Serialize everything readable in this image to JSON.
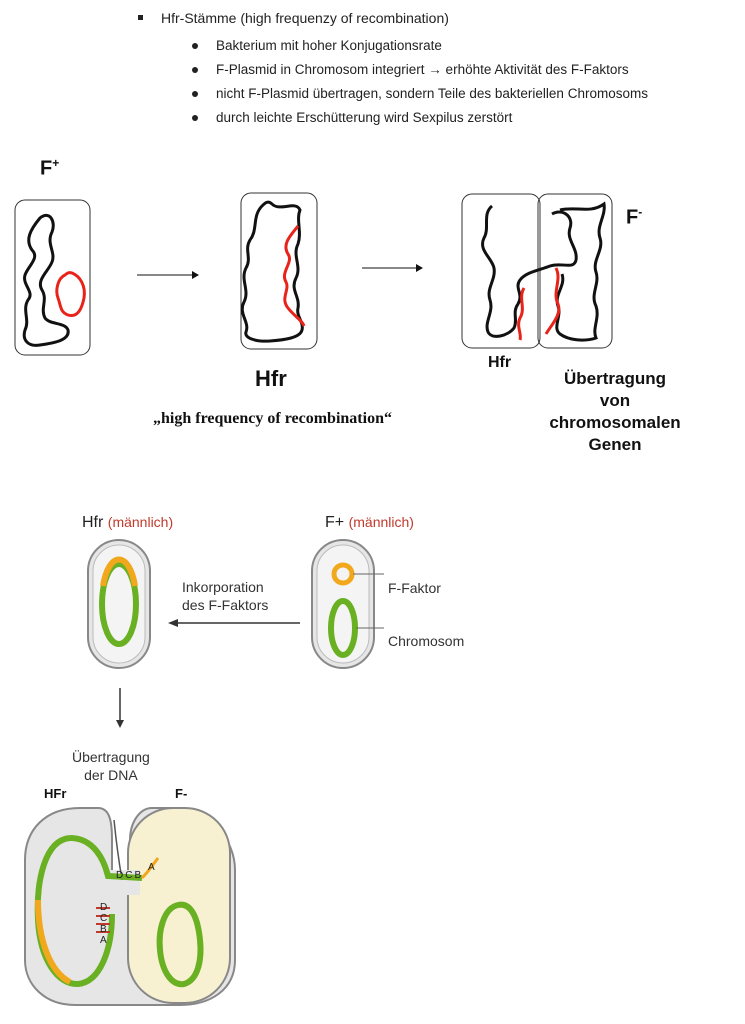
{
  "heading": {
    "bullet_text": "Hfr-Stämme (high frequenzy of recombination)",
    "sub_items": [
      "Bakterium mit hoher Konjugationsrate",
      "F-Plasmid in Chromosom integriert → erhöhte Aktivität des F-Faktors",
      "nicht F-Plasmid übertragen, sondern Teile des bakteriellen Chromosoms",
      "durch leichte Erschütterung wird Sexpilus zerstört"
    ]
  },
  "top_diagram": {
    "fplus_label_base": "F",
    "fplus_label_sup": "+",
    "fminus_label_base": "F",
    "fminus_label_sup": "-",
    "hfr_label_large": "Hfr",
    "hfr_label_small": "Hfr",
    "caption": "„high frequency of recombination“",
    "transfer_line1": "Übertragung",
    "transfer_line2": "von",
    "transfer_line3": "chromosomalen",
    "transfer_line4": "Genen"
  },
  "bottom_diagram": {
    "hfr_title": "Hfr",
    "hfr_gender": "(männlich)",
    "fplus_title": "F+",
    "fplus_gender": "(männlich)",
    "incorporation_line1": "Inkorporation",
    "incorporation_line2": "des F-Faktors",
    "ffaktor_label": "F-Faktor",
    "chromosom_label": "Chromosom",
    "transfer_line1": "Übertragung",
    "transfer_line2": "der DNA",
    "hfr_cap": "HFr",
    "fminus_cap": "F-",
    "gene_letters_top": [
      "D",
      "C",
      "B",
      "A"
    ],
    "gene_letters_side": [
      "D",
      "C",
      "B",
      "A"
    ]
  },
  "colors": {
    "red": "#e8231a",
    "green": "#6ab023",
    "orange": "#f2a81d",
    "cell_fill": "#e6e6e6",
    "recipient_fill": "#f7f1d2",
    "gender_red": "#c0392b"
  }
}
